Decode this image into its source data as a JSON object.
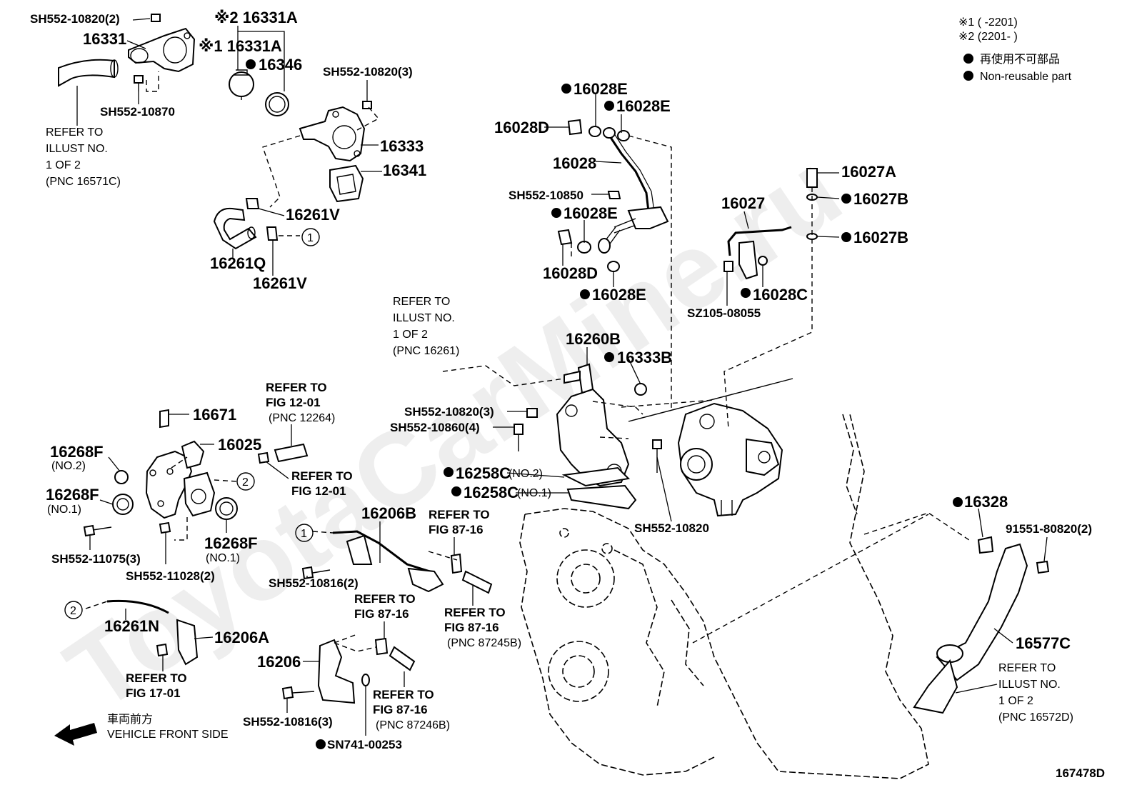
{
  "notes": {
    "variant1": "※1 (      -2201)",
    "variant2": "※2 (2201-       )",
    "legend_jp": "再使用不可部品",
    "legend_en": "Non-reusable part"
  },
  "labels": {
    "sh552_10820_2": "SH552-10820(2)",
    "p16331": "16331",
    "p16331a_2": "※2 16331A",
    "p16331a_1": "※1 16331A",
    "p16346": "16346",
    "sh552_10820_3a": "SH552-10820(3)",
    "sh552_10870": "SH552-10870",
    "refer_top_1": "REFER TO",
    "refer_top_2": "ILLUST NO.",
    "refer_top_3": "1 OF  2",
    "refer_top_4": "(PNC 16571C)",
    "p16333": "16333",
    "p16341": "16341",
    "p16261v_a": "16261V",
    "p16261q": "16261Q",
    "p16261v_b": "16261V",
    "p16028e_a": "16028E",
    "p16028e_b": "16028E",
    "p16028d_a": "16028D",
    "p16028": "16028",
    "sh552_10850": "SH552-10850",
    "p16028e_c": "16028E",
    "p16028d_b": "16028D",
    "p16028e_d": "16028E",
    "p16027a": "16027A",
    "p16027b_a": "16027B",
    "p16027": "16027",
    "p16027b_b": "16027B",
    "p16028c": "16028C",
    "sz105_08055": "SZ105-08055",
    "refer_mid_1": "REFER TO",
    "refer_mid_2": "ILLUST NO.",
    "refer_mid_3": "1 OF  2",
    "refer_mid_4": "(PNC 16261)",
    "p16260b": "16260B",
    "p16333b": "16333B",
    "sh552_10820_3b": "SH552-10820(3)",
    "sh552_10860_4": "SH552-10860(4)",
    "p16258c_2": "16258C",
    "p16258c_2_note": "(NO.2)",
    "p16258c_1": "16258C",
    "p16258c_1_note": "(NO.1)",
    "sh552_10820_c": "SH552-10820",
    "refer_fig12a_1": "REFER TO",
    "refer_fig12a_2": "FIG 12-01",
    "refer_fig12a_3": "(PNC 12264)",
    "p16671": "16671",
    "p16025": "16025",
    "refer_fig12b_1": "REFER TO",
    "refer_fig12b_2": "FIG 12-01",
    "p16268f_no2": "16268F",
    "p16268f_no2_note": "(NO.2)",
    "p16268f_no1": "16268F",
    "p16268f_no1_note": "(NO.1)",
    "p16268f_no1b": "16268F",
    "p16268f_no1b_note": "(NO.1)",
    "sh552_11075_3": "SH552-11075(3)",
    "sh552_11028_2": "SH552-11028(2)",
    "p16206b": "16206B",
    "refer_fig87a_1": "REFER TO",
    "refer_fig87a_2": "FIG 87-16",
    "sh552_10816_2": "SH552-10816(2)",
    "refer_fig87b_1": "REFER TO",
    "refer_fig87b_2": "FIG 87-16",
    "refer_fig87c_1": "REFER TO",
    "refer_fig87c_2": "FIG 87-16",
    "refer_fig87c_3": "(PNC 87245B)",
    "p16261n": "16261N",
    "p16206a": "16206A",
    "refer_fig17_1": "REFER TO",
    "refer_fig17_2": "FIG 17-01",
    "p16206": "16206",
    "refer_fig87d_1": "REFER TO",
    "refer_fig87d_2": "FIG 87-16",
    "refer_fig87d_3": "(PNC 87246B)",
    "sh552_10816_3": "SH552-10816(3)",
    "sn741_00253": "SN741-00253",
    "p16328": "16328",
    "p91551": "91551-80820(2)",
    "p16577c": "16577C",
    "refer_bot_1": "REFER TO",
    "refer_bot_2": "ILLUST NO.",
    "refer_bot_3": "1 OF  2",
    "refer_bot_4": "(PNC 16572D)",
    "front_jp": "車両前方",
    "front_en": "VEHICLE FRONT SIDE",
    "circle1": "1",
    "circle2": "2",
    "figure_id": "167478D"
  },
  "watermark": "ToyotaCarMine.ru"
}
